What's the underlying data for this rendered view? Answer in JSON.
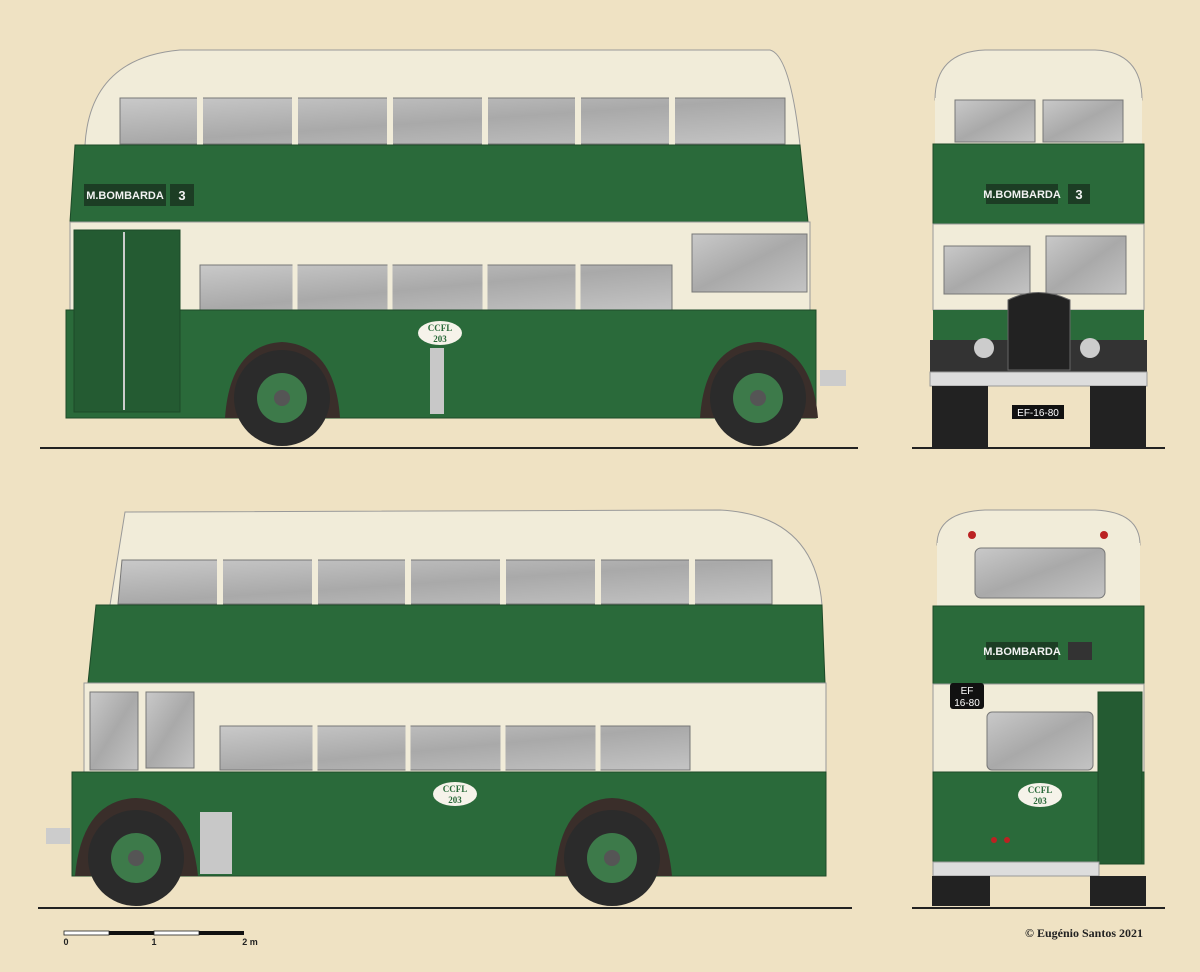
{
  "bus": {
    "destination": "M.BOMBARDA",
    "route_number": "3",
    "fleet_logo": "CCFL",
    "fleet_number": "203",
    "plate_front": "EF-16-80",
    "plate_rear_line1": "EF",
    "plate_rear_line2": "16-80"
  },
  "scale_bar": {
    "labels": [
      "0",
      "1",
      "2 m"
    ]
  },
  "credit": "© Eugénio Santos 2021",
  "colors": {
    "green": "#2a6a3a",
    "cream": "#f1ecd9",
    "glass": "#b8b8b8",
    "background": "#efe2c3"
  }
}
